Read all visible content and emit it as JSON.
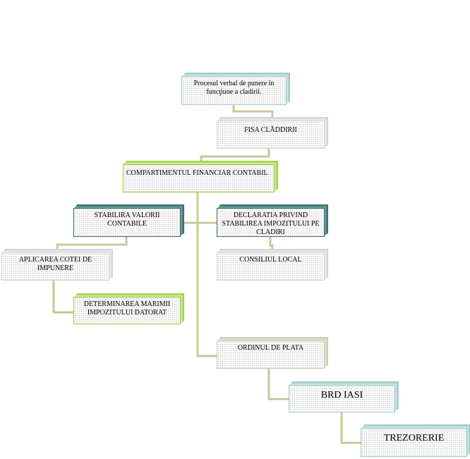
{
  "nodes": {
    "procesul": "Procesul verbal de punere în funcţiune a cladirii.",
    "fisa": "FISA CLĂDDIRII",
    "compartiment": "COMPARTIMENTUL FINANCIAR CONTABIL",
    "stabilira": "STABILIRA VALORII CONTABILE",
    "declaratia": "DECLARATIA PRIVIND STABILIREA IMPOZITULUI PE CLADIRI",
    "aplicarea": "APLICAREA COTEI DE IMPUNERE",
    "consiliul": "CONSILIUL LOCAL",
    "determinarea": "DETERMINAREA MARIMII IMPOZITULUI DATORAT",
    "ordinul": "ORDINUL DE PLATA",
    "brd": "BRD IASI",
    "trezorerie": "TREZORERIE"
  },
  "colors": {
    "connector": "#c8c89a",
    "blue": "#9cc8c8",
    "green": "#99cc33",
    "teal": "#336666",
    "gray": "#d4d4d4"
  }
}
